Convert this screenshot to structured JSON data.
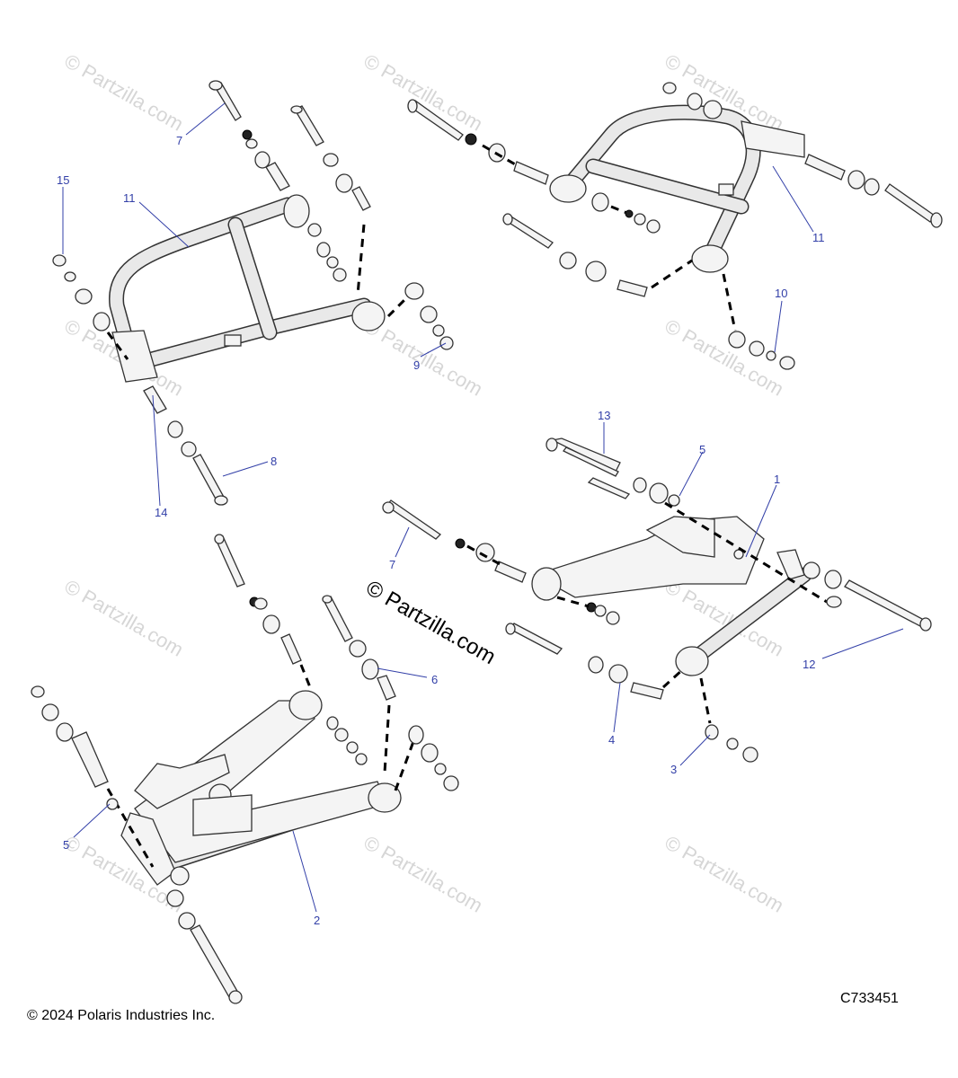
{
  "watermark": {
    "text": "© Partzilla.com",
    "main_text": "© Partzilla.com"
  },
  "callouts": {
    "c1": "1",
    "c2": "2",
    "c3": "3",
    "c4": "4",
    "c5a": "5",
    "c5b": "5",
    "c6": "6",
    "c7a": "7",
    "c7b": "7",
    "c8": "8",
    "c9": "9",
    "c10": "10",
    "c11a": "11",
    "c11b": "11",
    "c12": "12",
    "c13": "13",
    "c14": "14",
    "c15": "15"
  },
  "footer": {
    "copyright": "© 2024 Polaris Industries Inc.",
    "diagram_id": "C733451"
  }
}
